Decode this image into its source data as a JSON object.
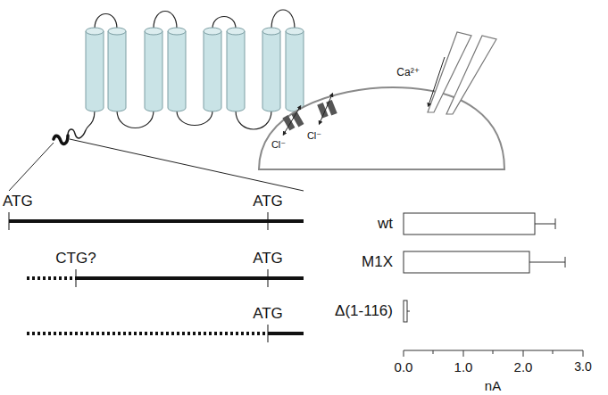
{
  "diagram": {
    "labels": [
      "ATG",
      "ATG",
      "CTG?",
      "ATG",
      "ATG",
      "wt",
      "M1X",
      "Δ(1-116)",
      "0.0",
      "1.0",
      "2.0",
      "3.0",
      "nA",
      "Cl⁻",
      "Cl⁻",
      "Ca²⁺"
    ]
  }
}
